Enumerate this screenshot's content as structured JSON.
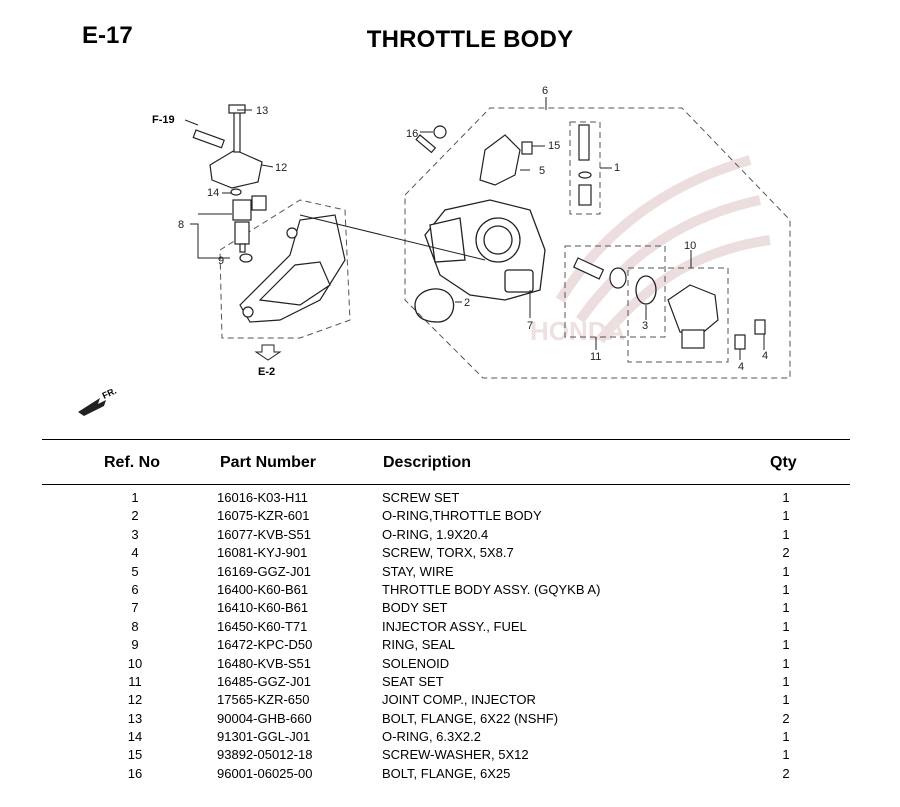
{
  "section_code": "E-17",
  "title": "THROTTLE BODY",
  "diagram": {
    "refs": {
      "f19": "F-19",
      "e2": "E-2",
      "fr": "FR."
    },
    "callouts": [
      "1",
      "2",
      "3",
      "4",
      "4",
      "5",
      "6",
      "7",
      "8",
      "9",
      "10",
      "11",
      "12",
      "13",
      "14",
      "15",
      "16"
    ]
  },
  "table": {
    "headers": {
      "ref_no": "Ref. No",
      "part_number": "Part Number",
      "description": "Description",
      "qty": "Qty"
    },
    "rows": [
      {
        "ref": "1",
        "part": "16016-K03-H11",
        "desc": "SCREW SET",
        "qty": "1"
      },
      {
        "ref": "2",
        "part": "16075-KZR-601",
        "desc": "O-RING,THROTTLE BODY",
        "qty": "1"
      },
      {
        "ref": "3",
        "part": "16077-KVB-S51",
        "desc": "O-RING, 1.9X20.4",
        "qty": "1"
      },
      {
        "ref": "4",
        "part": "16081-KYJ-901",
        "desc": "SCREW, TORX, 5X8.7",
        "qty": "2"
      },
      {
        "ref": "5",
        "part": "16169-GGZ-J01",
        "desc": "STAY, WIRE",
        "qty": "1"
      },
      {
        "ref": "6",
        "part": "16400-K60-B61",
        "desc": "THROTTLE BODY ASSY. (GQYKB A)",
        "qty": "1"
      },
      {
        "ref": "7",
        "part": "16410-K60-B61",
        "desc": "BODY SET",
        "qty": "1"
      },
      {
        "ref": "8",
        "part": "16450-K60-T71",
        "desc": "INJECTOR ASSY., FUEL",
        "qty": "1"
      },
      {
        "ref": "9",
        "part": "16472-KPC-D50",
        "desc": "RING, SEAL",
        "qty": "1"
      },
      {
        "ref": "10",
        "part": "16480-KVB-S51",
        "desc": "SOLENOID",
        "qty": "1"
      },
      {
        "ref": "11",
        "part": "16485-GGZ-J01",
        "desc": "SEAT SET",
        "qty": "1"
      },
      {
        "ref": "12",
        "part": "17565-KZR-650",
        "desc": "JOINT COMP., INJECTOR",
        "qty": "1"
      },
      {
        "ref": "13",
        "part": "90004-GHB-660",
        "desc": "BOLT, FLANGE, 6X22 (NSHF)",
        "qty": "2"
      },
      {
        "ref": "14",
        "part": "91301-GGL-J01",
        "desc": "O-RING, 6.3X2.2",
        "qty": "1"
      },
      {
        "ref": "15",
        "part": "93892-05012-18",
        "desc": "SCREW-WASHER, 5X12",
        "qty": "1"
      },
      {
        "ref": "16",
        "part": "96001-06025-00",
        "desc": "BOLT, FLANGE, 6X25",
        "qty": "2"
      }
    ]
  }
}
